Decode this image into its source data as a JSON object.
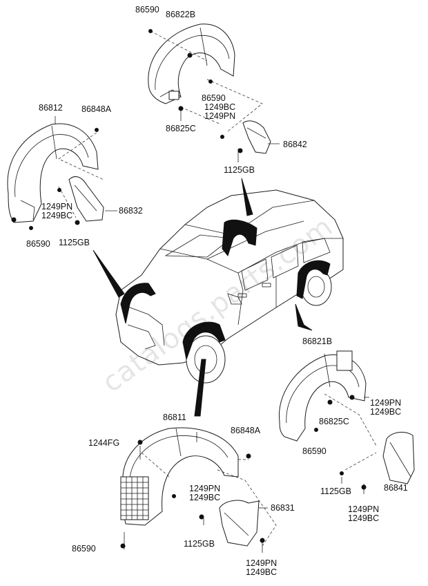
{
  "watermark": "catalogs.parts.com",
  "labels": {
    "p86590_top": "86590",
    "p86822B": "86822B",
    "p86590_mid": "86590",
    "p1249BC_mid": "1249BC",
    "p1249PN_mid": "1249PN",
    "p86825C_top": "86825C",
    "p86842": "86842",
    "p1125GB_top": "1125GB",
    "p86812": "86812",
    "p86848A_left": "86848A",
    "p1249PN_left": "1249PN",
    "p1249BC_left": "1249BC",
    "p86832": "86832",
    "p86590_left": "86590",
    "p1125GB_left": "1125GB",
    "p86821B": "86821B",
    "p1249PN_right": "1249PN",
    "p1249BC_right": "1249BC",
    "p86825C_right": "86825C",
    "p86590_right": "86590",
    "p1125GB_right": "1125GB",
    "p86841": "86841",
    "p1249PN_right2": "1249PN",
    "p1249BC_right2": "1249BC",
    "p86811": "86811",
    "p86848A_bottom": "86848A",
    "p1244FG": "1244FG",
    "p1249PN_bottom": "1249PN",
    "p1249BC_bottom": "1249BC",
    "p86831": "86831",
    "p1125GB_bottom": "1125GB",
    "p86590_bottom": "86590",
    "p1249PN_bottom2": "1249PN",
    "p1249BC_bottom2": "1249BC"
  }
}
